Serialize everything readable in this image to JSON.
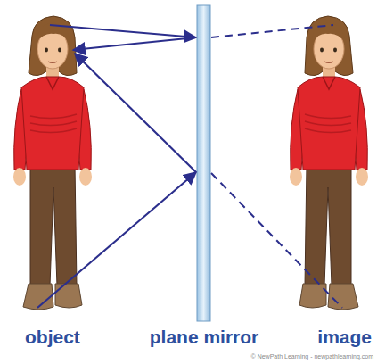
{
  "diagram": {
    "labels": [
      "object",
      "plane mirror",
      "image",
      "© NewPath Learning - newpathlearning.com"
    ]
  }
}
